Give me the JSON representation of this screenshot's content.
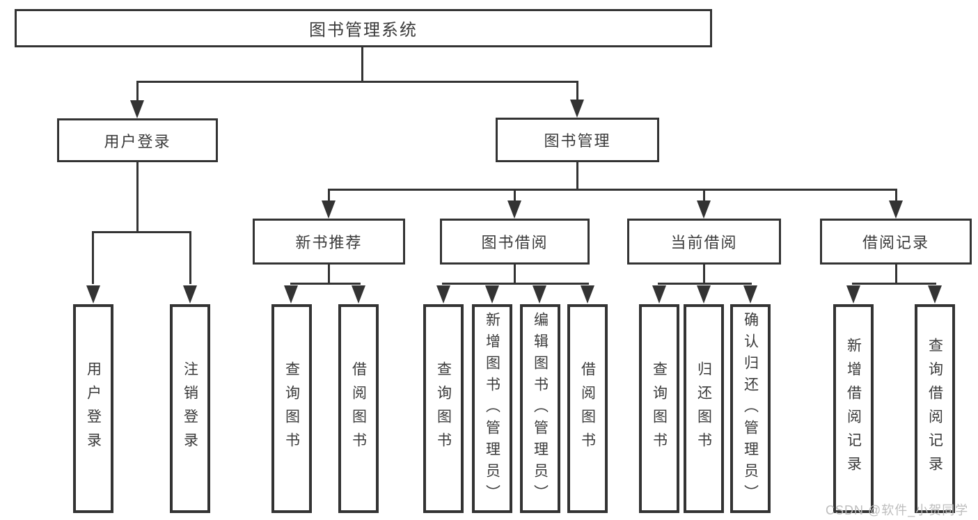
{
  "tree": {
    "root": "图书管理系统",
    "branches": [
      {
        "label": "用户登录",
        "children": [
          "用户登录",
          "注销登录"
        ]
      },
      {
        "label": "图书管理",
        "groups": [
          {
            "label": "新书推荐",
            "children": [
              "查询图书",
              "借阅图书"
            ]
          },
          {
            "label": "图书借阅",
            "children": [
              "查询图书",
              "新增图书（管理员）",
              "编辑图书（管理员）",
              "借阅图书"
            ]
          },
          {
            "label": "当前借阅",
            "children": [
              "查询图书",
              "归还图书",
              "确认归还（管理员）"
            ]
          },
          {
            "label": "借阅记录",
            "children": [
              "新增借阅记录",
              "查询借阅记录"
            ]
          }
        ]
      }
    ]
  },
  "watermark": "CSDN @软件_小贺同学",
  "colors": {
    "line": "#333333",
    "box_border": "#333333",
    "text": "#3a3a3a",
    "watermark": "#bdbdbd",
    "background": "#ffffff"
  }
}
